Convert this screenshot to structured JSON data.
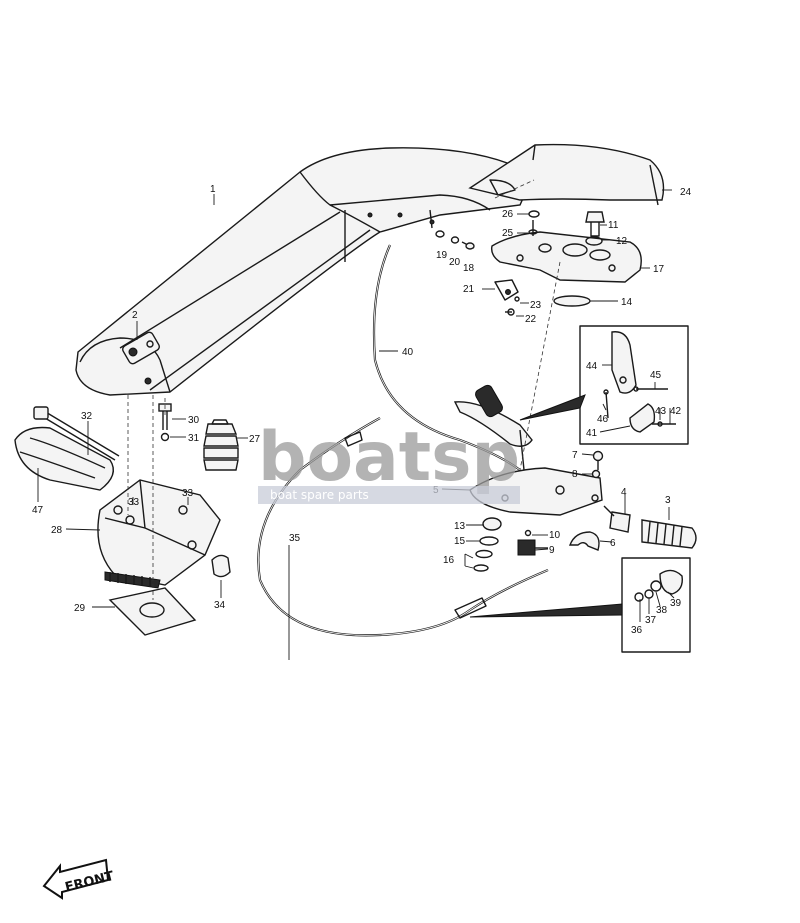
{
  "callouts": {
    "p1": "1",
    "p2": "2",
    "p3": "3",
    "p4": "4",
    "p5": "5",
    "p6": "6",
    "p7": "7",
    "p8": "8",
    "p9": "9",
    "p10": "10",
    "p11": "11",
    "p12": "12",
    "p13": "13",
    "p14": "14",
    "p15": "15",
    "p16": "16",
    "p17": "17",
    "p18": "18",
    "p19": "19",
    "p20": "20",
    "p21": "21",
    "p22": "22",
    "p23": "23",
    "p24": "24",
    "p25": "25",
    "p26": "26",
    "p27": "27",
    "p28": "28",
    "p29": "29",
    "p30": "30",
    "p31": "31",
    "p32": "32",
    "p33a": "33",
    "p33b": "33",
    "p34": "34",
    "p35": "35",
    "p36": "36",
    "p37": "37",
    "p38": "38",
    "p39": "39",
    "p40": "40",
    "p41": "41",
    "p42": "42",
    "p43": "43",
    "p44": "44",
    "p45": "45",
    "p46": "46",
    "p47": "47"
  },
  "watermark": {
    "main": "boatsp",
    "tagline": "boat spare parts"
  },
  "front_badge": {
    "label": "FRONT"
  }
}
